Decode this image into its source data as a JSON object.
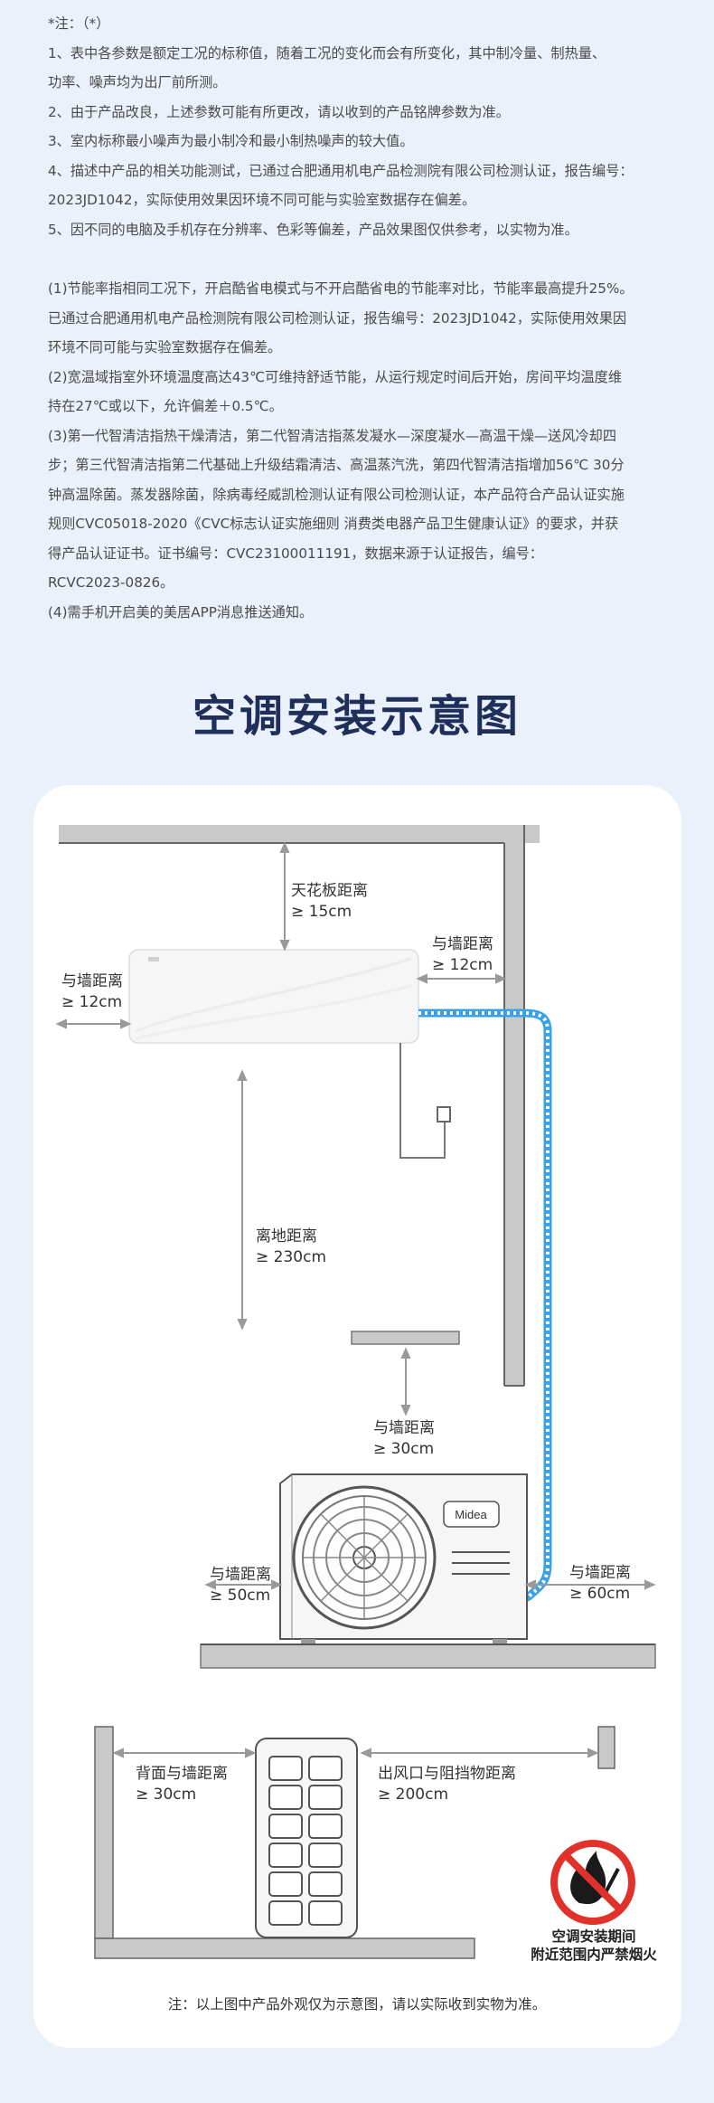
{
  "notes": {
    "lines": [
      "*注：（*）",
      "1、表中各参数是额定工况的标称值，随着工况的变化而会有所变化，其中制冷量、制热量、",
      "功率、噪声均为出厂前所测。",
      "2、由于产品改良，上述参数可能有所更改，请以收到的产品铭牌参数为准。",
      "3、室内标称最小噪声为最小制冷和最小制热噪声的较大值。",
      "4、描述中产品的相关功能测试，已通过合肥通用机电产品检测院有限公司检测认证，报告编号：",
      "2023JD1042，实际使用效果因环境不同可能与实验室数据存在偏差。",
      "5、因不同的电脑及手机存在分辨率、色彩等偏差，产品效果图仅供参考，以实物为准。",
      "",
      "(1)节能率指相同工况下，开启酷省电模式与不开启酷省电的节能率对比，节能率最高提升25%。",
      "已通过合肥通用机电产品检测院有限公司检测认证，报告编号：2023JD1042，实际使用效果因",
      "环境不同可能与实验室数据存在偏差。",
      "(2)宽温域指室外环境温度高达43℃可维持舒适节能，从运行规定时间后开始，房间平均温度维",
      "持在27℃或以下，允许偏差＋0.5℃。",
      "(3)第一代智清洁指热干燥清洁，第二代智清洁指蒸发凝水—深度凝水—高温干燥—送风冷却四",
      "步；第三代智清洁指第二代基础上升级结霜清洁、高温蒸汽洗，第四代智清洁指增加56℃ 30分",
      "钟高温除菌。蒸发器除菌，除病毒经威凯检测认证有限公司检测认证，本产品符合产品认证实施",
      "规则CVC05018-2020《CVC标志认证实施细则 消费类电器产品卫生健康认证》的要求，并获",
      "得产品认证证书。证书编号：CVC23100011191，数据来源于认证报告，编号：",
      "RCVC2023-0826。",
      "(4)需手机开启美的美居APP消息推送通知。"
    ]
  },
  "title": "空调安装示意图",
  "labels": {
    "ceiling": [
      "天花板距离",
      "≥ 15cm"
    ],
    "wall_left": [
      "与墙距离",
      "≥ 12cm"
    ],
    "wall_right": [
      "与墙距离",
      "≥ 12cm"
    ],
    "floor": [
      "离地距离",
      "≥ 230cm"
    ],
    "outdoor_top": [
      "与墙距离",
      "≥ 30cm"
    ],
    "outdoor_left": [
      "与墙距离",
      "≥ 50cm"
    ],
    "outdoor_right": [
      "与墙距离",
      "≥ 60cm"
    ],
    "back": [
      "背面与墙距离",
      "≥ 30cm"
    ],
    "outlet": [
      "出风口与阻挡物距离",
      "≥ 200cm"
    ]
  },
  "brand": "Midea",
  "warning": [
    "空调安装期间",
    "附近范围内严禁烟火"
  ],
  "footnote": "注：以上图中产品外观仅为示意图，请以实际收到实物为准。",
  "colors": {
    "title": "#1f2f5a",
    "pipe": "#3aa0e8",
    "no_fire": "#e0322b",
    "wall": "#c8c8c8"
  }
}
